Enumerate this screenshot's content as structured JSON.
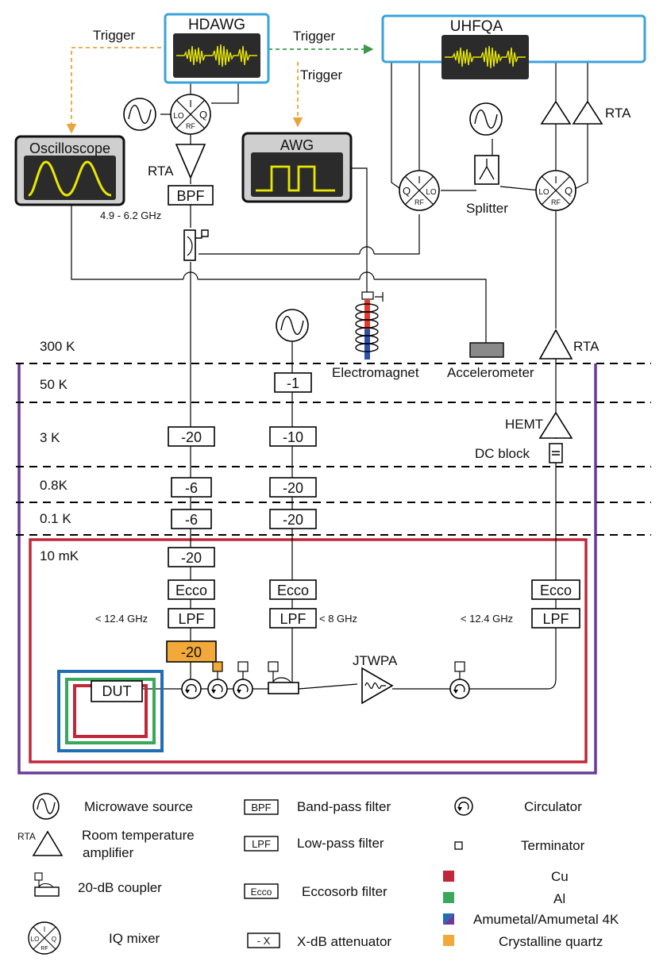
{
  "colors": {
    "instrument_border": "#3aa3d9",
    "screen": "#2b2b2b",
    "signal": "#e8e800",
    "trigger_orange": "#e8a43a",
    "trigger_green": "#3a9a4a",
    "cu": "#c0283a",
    "al": "#3aa85a",
    "amumetal": "#1f6db5",
    "amumetal_4k": "#6a3b99",
    "quartz": "#f2a93a",
    "magnet_red": "#e23b2e",
    "magnet_blue": "#2c4fa8"
  },
  "instruments": {
    "hdawg": "HDAWG",
    "uhfqa": "UHFQA",
    "oscilloscope": "Oscilloscope",
    "awg": "AWG"
  },
  "labels": {
    "trigger_left": "Trigger",
    "trigger_right": "Trigger",
    "trigger_down": "Trigger",
    "rta_drive": "RTA",
    "rta_uhf": "RTA",
    "rta_out": "RTA",
    "bpf": "BPF",
    "bpf_range": "4.9 - 6.2 GHz",
    "splitter": "Splitter",
    "electromagnet": "Electromagnet",
    "accelerometer": "Accelerometer",
    "hemt": "HEMT",
    "dc_block": "DC block",
    "jtwpa": "JTWPA",
    "dut": "DUT",
    "lpf_left_freq": "< 12.4 GHz",
    "lpf_mid_freq": "< 8 GHz",
    "lpf_right_freq": "< 12.4 GHz",
    "mixer_I": "I",
    "mixer_Q": "Q",
    "mixer_LO": "LO",
    "mixer_RF": "RF"
  },
  "stages": [
    "300 K",
    "50 K",
    "3 K",
    "0.8K",
    "0.1 K",
    "10 mK"
  ],
  "drive_line": {
    "att_3k": "-20",
    "att_08k": "-6",
    "att_01k": "-6",
    "att_10mk": "-20",
    "ecco": "Ecco",
    "lpf": "LPF",
    "att_quartz": "-20"
  },
  "pump_line": {
    "att_50k": "-1",
    "att_3k": "-10",
    "att_08k": "-20",
    "att_01k": "-20",
    "ecco": "Ecco",
    "lpf": "LPF"
  },
  "output_line": {
    "ecco": "Ecco",
    "lpf": "LPF"
  },
  "legend": {
    "microwave_source": "Microwave source",
    "rta_icon": "RTA",
    "rta_line1": "Room temperature",
    "rta_line2": "amplifier",
    "coupler": "20-dB coupler",
    "iq_mixer": "IQ mixer",
    "bpf_icon": "BPF",
    "bpf": "Band-pass filter",
    "lpf_icon": "LPF",
    "lpf": "Low-pass filter",
    "ecco_icon": "Ecco",
    "ecco": "Eccosorb filter",
    "att_icon": "- X",
    "attenuator": "X-dB attenuator",
    "circulator": "Circulator",
    "terminator": "Terminator",
    "cu": "Cu",
    "al": "Al",
    "amumetal": "Amumetal/Amumetal 4K",
    "quartz": "Crystalline quartz"
  }
}
